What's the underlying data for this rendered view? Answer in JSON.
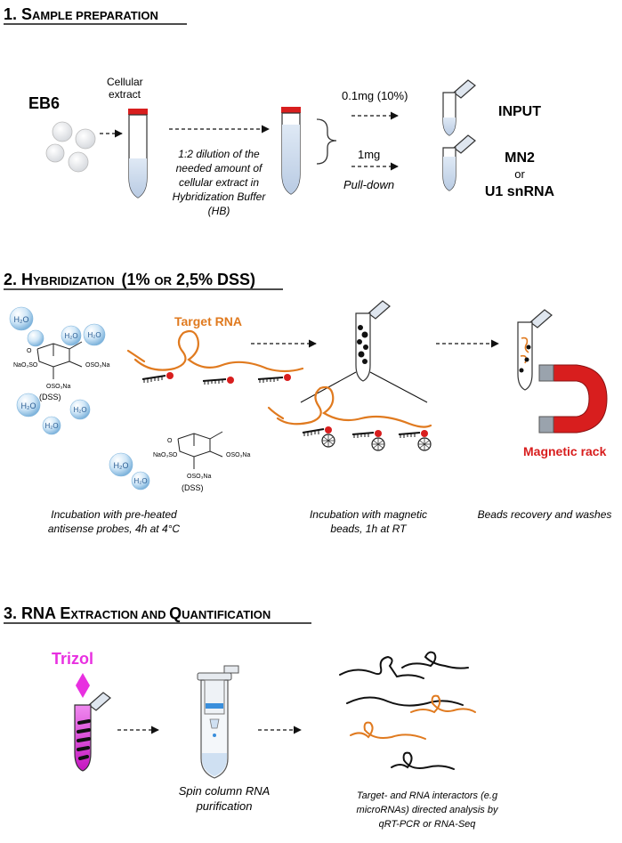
{
  "section1": {
    "title_main": "1. S",
    "title_rest": "AMPLE PREPARATION",
    "cell_line": "EB6",
    "cellular_extract_line1": "Cellular",
    "cellular_extract_line2": "extract",
    "dilution_text": [
      "1:2 dilution of the",
      "needed amount of",
      "cellular extract in",
      "Hybridization Buffer",
      "(HB)"
    ],
    "input_amount": "0.1mg (10%)",
    "pulldown_amount": "1mg",
    "pulldown_label": "Pull-down",
    "input_label": "INPUT",
    "mn2_label": "MN2",
    "or_label": "or",
    "u1_label": "U1 snRNA"
  },
  "section2": {
    "title_main": "2. H",
    "title_rest": "YBRIDIZATION",
    "title_paren_open": "(1% ",
    "title_or": "OR",
    "title_paren_close": " 2,5% DSS)",
    "h2o_label": "H₂O",
    "dss_chem": {
      "naso3so": "NaO₃SO",
      "oso3na_right": "OSO₃Na",
      "oso3na_bottom": "OSO₃Na"
    },
    "dss_label": "(DSS)",
    "target_rna": "Target RNA",
    "magnetic_rack": "Magnetic rack",
    "caption_left": [
      "Incubation with pre-heated",
      "antisense probes, 4h at 4°C"
    ],
    "caption_mid": [
      "Incubation with magnetic",
      "beads, 1h at RT"
    ],
    "caption_right": "Beads recovery and washes"
  },
  "section3": {
    "title_main": "3. RNA E",
    "title_rest1": "XTRACTION AND ",
    "title_q": "Q",
    "title_rest2": "UANTIFICATION",
    "trizol": "Trizol",
    "spin_caption": [
      "Spin column RNA",
      "purification"
    ],
    "analysis_caption": [
      "Target- and RNA interactors (e.g",
      "microRNAs) directed analysis by",
      "qRT-PCR or RNA-Seq"
    ]
  },
  "colors": {
    "orange": "#e07a1f",
    "red": "#d81e1e",
    "magenta": "#e830e0",
    "blue_light": "#bcd7f0",
    "black": "#111111"
  }
}
